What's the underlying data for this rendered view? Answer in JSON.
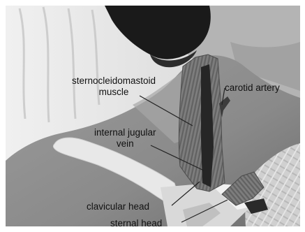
{
  "labels": {
    "scm_line1": "sternocleidomastoid",
    "scm_line2": "muscle",
    "carotid": "carotid artery",
    "ijv_line1": "internal jugular",
    "ijv_line2": "vein",
    "clavicular": "clavicular head",
    "sternal": "sternal head"
  },
  "colors": {
    "muscle": "#7a7a7a",
    "artery": "#4a4a4a",
    "vein": "#2a2a2a",
    "bone": "#e6e6e6",
    "skin": "#8e8e8e"
  }
}
